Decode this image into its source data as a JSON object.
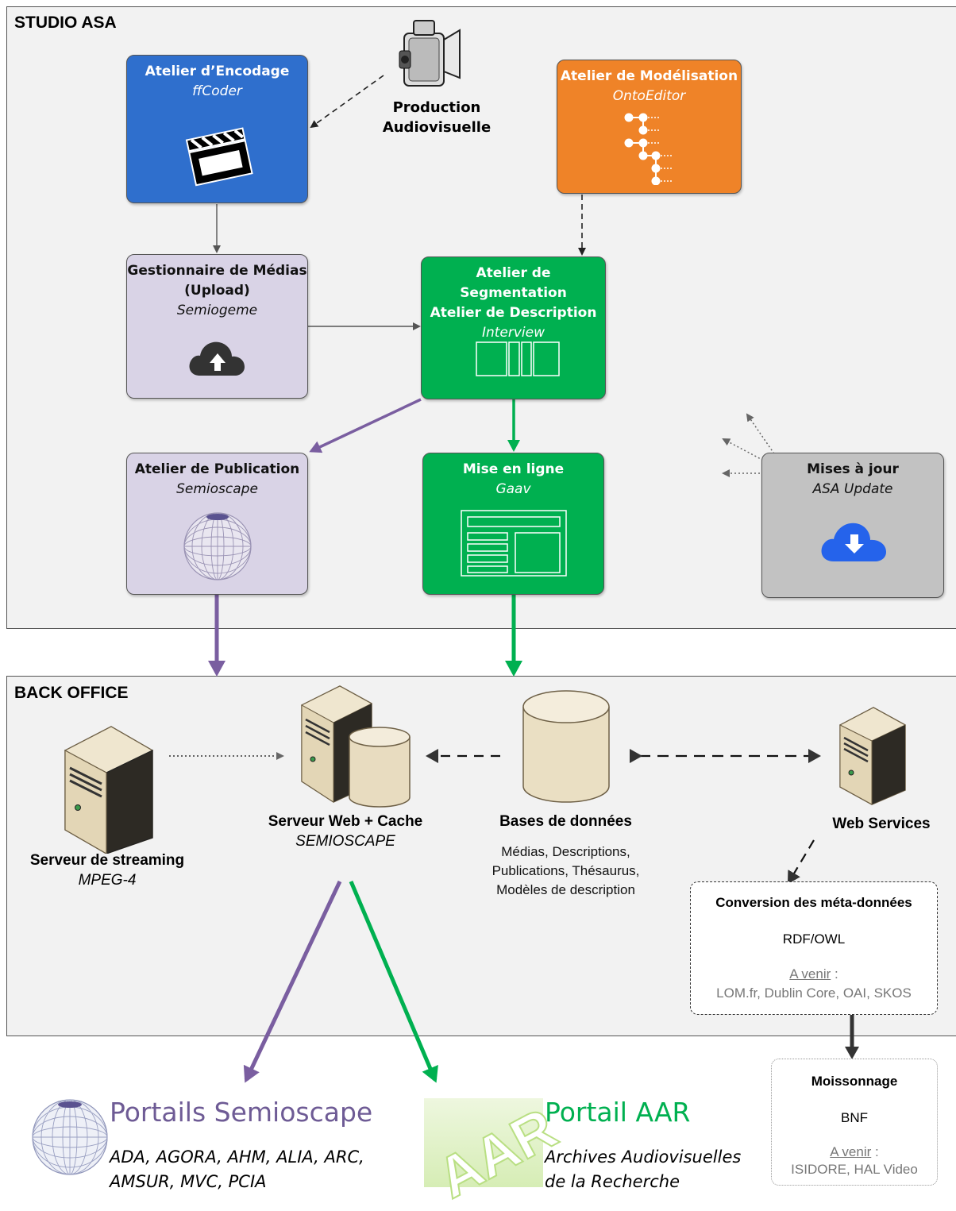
{
  "studio": {
    "title": "STUDIO ASA",
    "encodage": {
      "title": "Atelier d’Encodage",
      "subtitle": "ffCoder"
    },
    "production": {
      "line1": "Production",
      "line2": "Audiovisuelle"
    },
    "modelisation": {
      "title": "Atelier de Modélisation",
      "subtitle": "OntoEditor"
    },
    "gestionnaire": {
      "line1": "Gestionnaire de Médias",
      "line2": "(Upload)",
      "subtitle": "Semiogeme"
    },
    "segmentation": {
      "line1": "Atelier de Segmentation",
      "line2": "Atelier de Description",
      "subtitle": "Interview"
    },
    "publication": {
      "title": "Atelier de Publication",
      "subtitle": "Semioscape"
    },
    "mise_en_ligne": {
      "title": "Mise en ligne",
      "subtitle": "Gaav"
    },
    "mises_a_jour": {
      "title": "Mises à jour",
      "subtitle": "ASA Update"
    }
  },
  "backoffice": {
    "title": "BACK OFFICE",
    "streaming": {
      "title": "Serveur de streaming",
      "subtitle": "MPEG-4"
    },
    "web_cache": {
      "title": "Serveur Web + Cache",
      "subtitle": "SEMIOSCAPE"
    },
    "bases": {
      "title": "Bases de données",
      "line1": "Médias, Descriptions,",
      "line2": "Publications, Thésaurus,",
      "line3": "Modèles de description"
    },
    "web_services": {
      "title": "Web Services"
    },
    "conversion": {
      "title": "Conversion des méta-données",
      "format": "RDF/OWL",
      "avenir_label": "A venir",
      "avenir_colon": " :",
      "avenir_items": "LOM.fr, Dublin Core, OAI, SKOS"
    }
  },
  "moissonnage": {
    "title": "Moissonnage",
    "target": "BNF",
    "avenir_label": "A venir",
    "avenir_colon": " :",
    "avenir_items": "ISIDORE, HAL Video"
  },
  "portails": {
    "semioscape": {
      "title": "Portails Semioscape",
      "line1": "ADA, AGORA, AHM, ALIA, ARC,",
      "line2": "AMSUR, MVC, PCIA"
    },
    "aar": {
      "logo_text": "AAR",
      "title": "Portail AAR",
      "line1": "Archives Audiovisuelles",
      "line2": "de la Recherche"
    }
  },
  "colors": {
    "purple": "#7a5ea0",
    "green": "#00b050",
    "blue": "#2f6fcd",
    "orange": "#ef8328"
  }
}
